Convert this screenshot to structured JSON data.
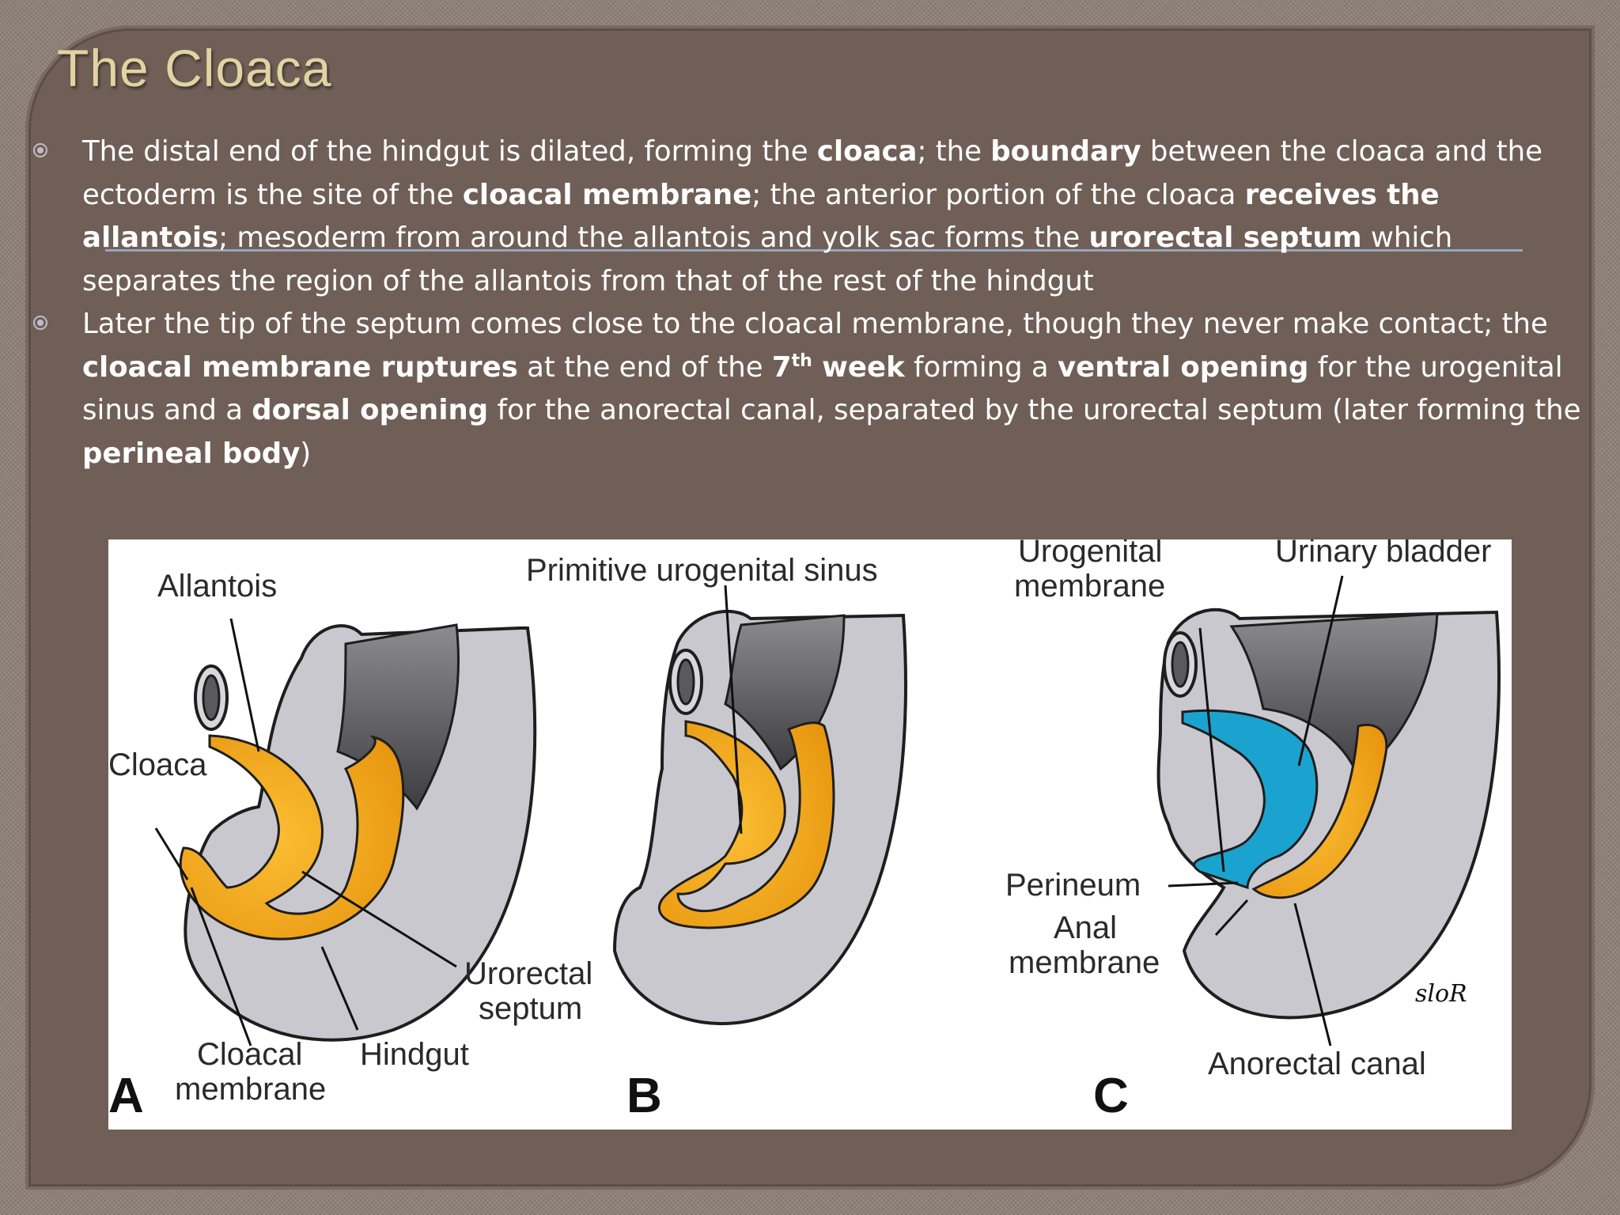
{
  "title": "The Cloaca",
  "bullets": [
    {
      "runs": [
        {
          "text": "The distal end of the hindgut is dilated, forming the ",
          "bold": false
        },
        {
          "text": "cloaca",
          "bold": true
        },
        {
          "text": "; the ",
          "bold": false
        },
        {
          "text": "boundary",
          "bold": true
        },
        {
          "text": " between the cloaca and the ectoderm is the site of the ",
          "bold": false
        },
        {
          "text": "cloacal membrane",
          "bold": true
        },
        {
          "text": "; the anterior portion of the cloaca ",
          "bold": false
        },
        {
          "text": "receives the allantois",
          "bold": true
        },
        {
          "text": "; mesoderm from around the allantois and yolk sac forms the ",
          "bold": false
        },
        {
          "text": "urorectal septum",
          "bold": true
        },
        {
          "text": " which separates the region of the allantois from that of the rest of the hindgut",
          "bold": false
        }
      ]
    },
    {
      "runs": [
        {
          "text": "Later the tip of the septum comes close to the cloacal membrane, though they never make contact; the ",
          "bold": false
        },
        {
          "text": "cloacal membrane ruptures",
          "bold": true
        },
        {
          "text": " at the end of the ",
          "bold": false
        },
        {
          "text": "7",
          "bold": true
        },
        {
          "text": "th",
          "bold": true,
          "sup": true
        },
        {
          "text": " week",
          "bold": true
        },
        {
          "text": " forming a ",
          "bold": false
        },
        {
          "text": "ventral opening",
          "bold": true
        },
        {
          "text": " for the urogenital sinus and a ",
          "bold": false
        },
        {
          "text": "dorsal opening",
          "bold": true
        },
        {
          "text": " for the anorectal canal, separated by the urorectal septum (later forming the ",
          "bold": false
        },
        {
          "text": "perineal body",
          "bold": true
        },
        {
          "text": ")",
          "bold": false
        }
      ]
    }
  ],
  "figure": {
    "panels": [
      "A",
      "B",
      "C"
    ],
    "labels": {
      "allantois": "Allantois",
      "cloaca": "Cloaca",
      "cloacal_membrane_1": "Cloacal",
      "cloacal_membrane_2": "membrane",
      "hindgut": "Hindgut",
      "urorectal_septum_1": "Urorectal",
      "urorectal_septum_2": "septum",
      "primitive_urogenital_sinus": "Primitive urogenital sinus",
      "urogenital_membrane_1": "Urogenital",
      "urogenital_membrane_2": "membrane",
      "urinary_bladder": "Urinary bladder",
      "perineum": "Perineum",
      "anal_membrane_1": "Anal",
      "anal_membrane_2": "membrane",
      "anorectal_canal": "Anorectal canal"
    },
    "signature": "sloR",
    "colors": {
      "body": "#c9c8ce",
      "body_outline": "#1e1e1e",
      "gut_dark": "#5a5a5e",
      "cloaca": "#f4a81c",
      "bladder": "#1ba3cf"
    }
  }
}
